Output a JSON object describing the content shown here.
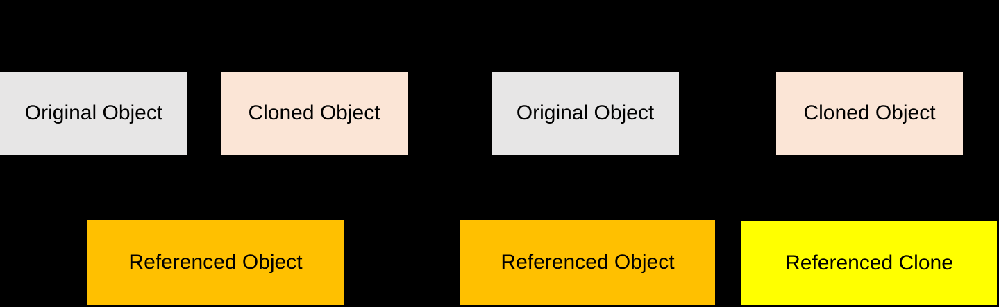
{
  "canvas": {
    "background": "#000000",
    "text_color": "#000000"
  },
  "colors": {
    "original": "#E7E6E6",
    "cloned": "#FBE5D6",
    "referenced": "#FFC000",
    "referenced_clone": "#FFFF00"
  },
  "diagram": {
    "shallow_copy_group": {
      "original_label": "Original Object",
      "cloned_label": "Cloned Object",
      "referenced_label": "Referenced Object"
    },
    "deep_copy_group": {
      "original_label": "Original Object",
      "cloned_label": "Cloned Object",
      "referenced_clone_label": "Referenced Clone"
    }
  }
}
